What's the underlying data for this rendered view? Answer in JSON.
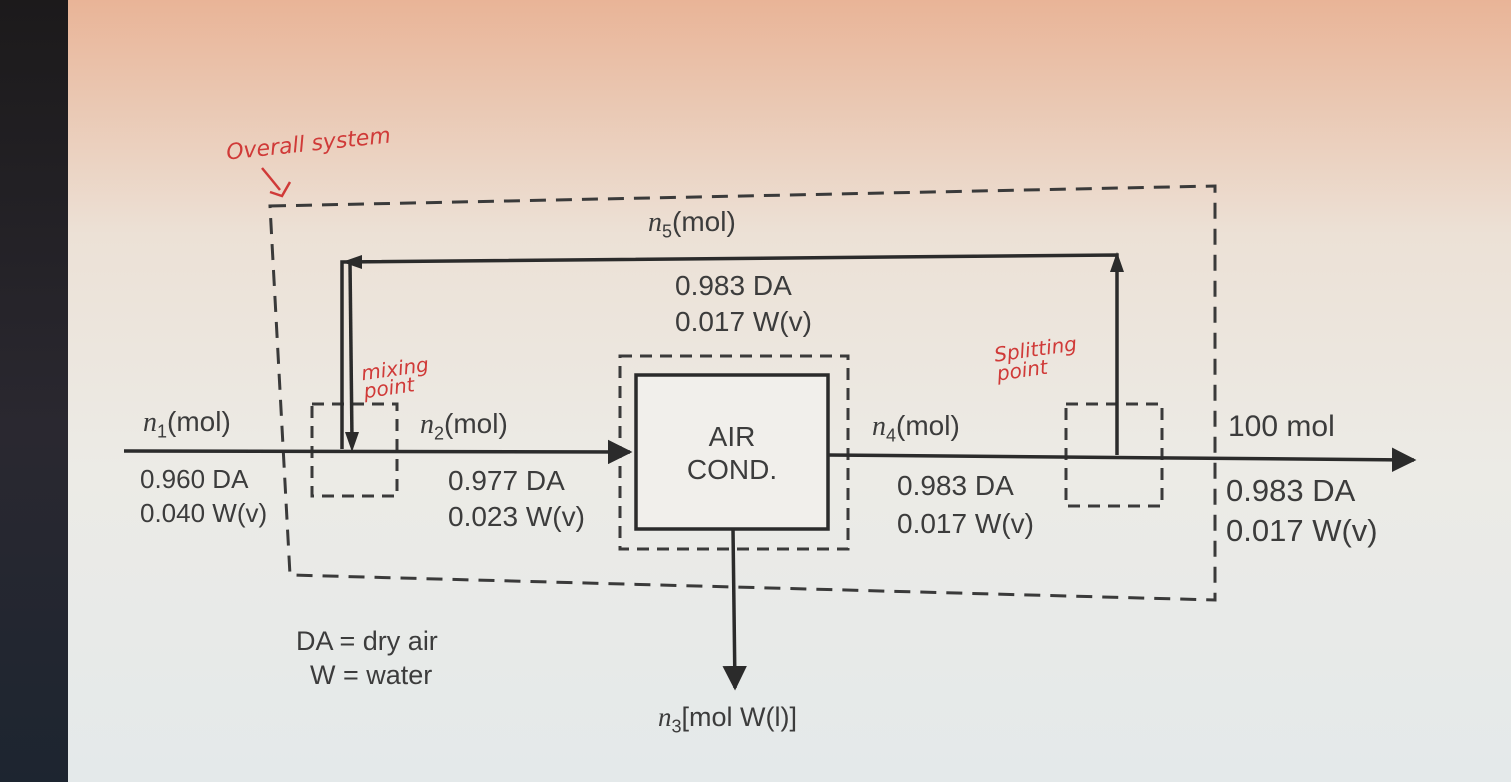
{
  "handwritten": {
    "overall_system": "Overall system",
    "mixing_point": "mixing point",
    "splitting_point": "Splitting point"
  },
  "streams": {
    "n1": {
      "var": "n",
      "sub": "1",
      "unit": "(mol)",
      "line1": "0.960 DA",
      "line2": "0.040 W(v)"
    },
    "n2": {
      "var": "n",
      "sub": "2",
      "unit": "(mol)",
      "line1": "0.977 DA",
      "line2": "0.023 W(v)"
    },
    "n3": {
      "var": "n",
      "sub": "3",
      "unit": "[mol W(l)]"
    },
    "n4": {
      "var": "n",
      "sub": "4",
      "unit": "(mol)",
      "line1": "0.983 DA",
      "line2": "0.017 W(v)"
    },
    "n5": {
      "var": "n",
      "sub": "5",
      "unit": "(mol)",
      "line1": "0.983 DA",
      "line2": "0.017 W(v)"
    },
    "product": {
      "label": "100 mol",
      "line1": "0.983 DA",
      "line2": "0.017 W(v)"
    }
  },
  "unit_block": {
    "line1": "AIR",
    "line2": "COND."
  },
  "legend": {
    "line1": "DA = dry air",
    "line2": "W = water"
  },
  "colors": {
    "ink": "#2b2b2b",
    "text": "#3c3c3c",
    "annotation_red": "#d03a38"
  }
}
